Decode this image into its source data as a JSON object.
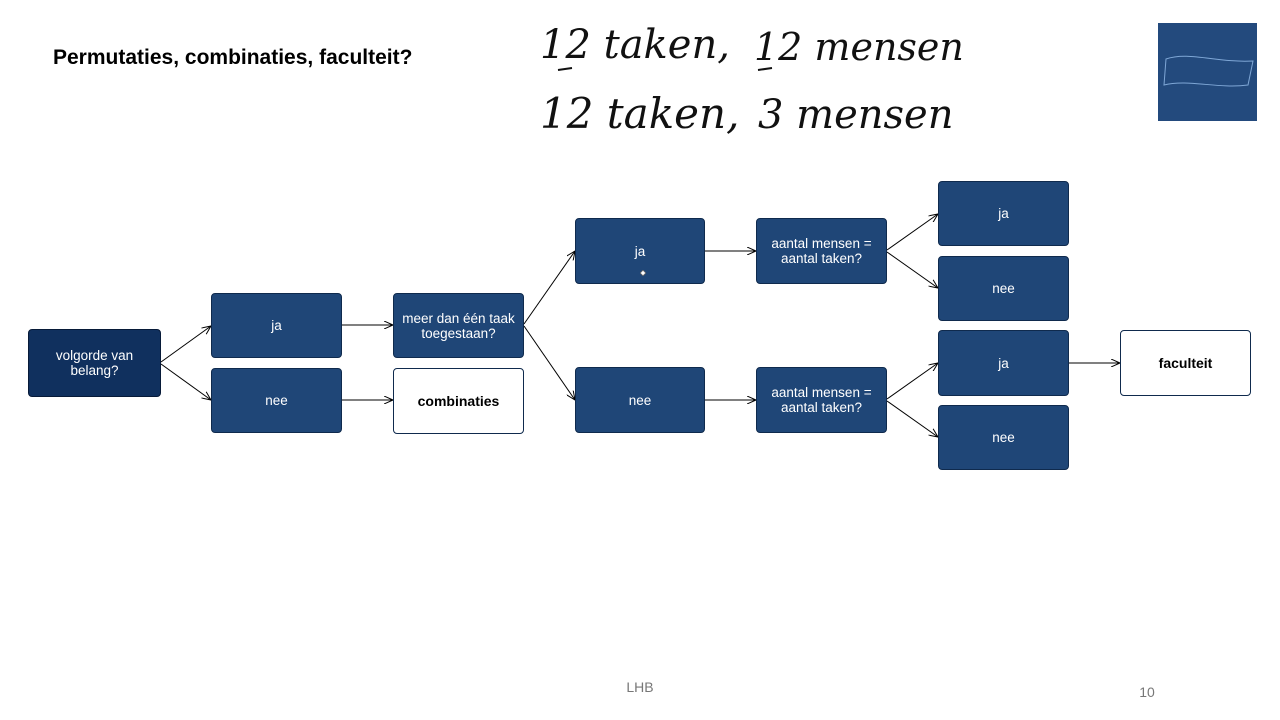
{
  "slide": {
    "title": "Permutaties, combinaties, faculteit?",
    "footer": "LHB",
    "page_number": "10"
  },
  "handwriting": {
    "line1_left": "12 taken,",
    "line1_right": "12 mensen",
    "line2_left": "12 taken,",
    "line2_right": "3 mensen"
  },
  "nodes": {
    "root": "volgorde van\nbelang?",
    "order_yes": "ja",
    "order_no": "nee",
    "multi_task": "meer dan één taak\ntoegestaan?",
    "combinations": "combinaties",
    "multi_yes": "ja",
    "multi_no": "nee",
    "count_check_top": "aantal mensen =\naantal taken?",
    "count_check_bottom": "aantal mensen =\naantal taken?",
    "top_yes": "ja",
    "top_no": "nee",
    "bottom_yes": "ja",
    "bottom_no": "nee",
    "factorial": "faculteit"
  },
  "colors": {
    "node_fill": "#1f4677",
    "root_fill": "#10305e",
    "logo_fill": "#234a7d",
    "connector": "#000000"
  }
}
